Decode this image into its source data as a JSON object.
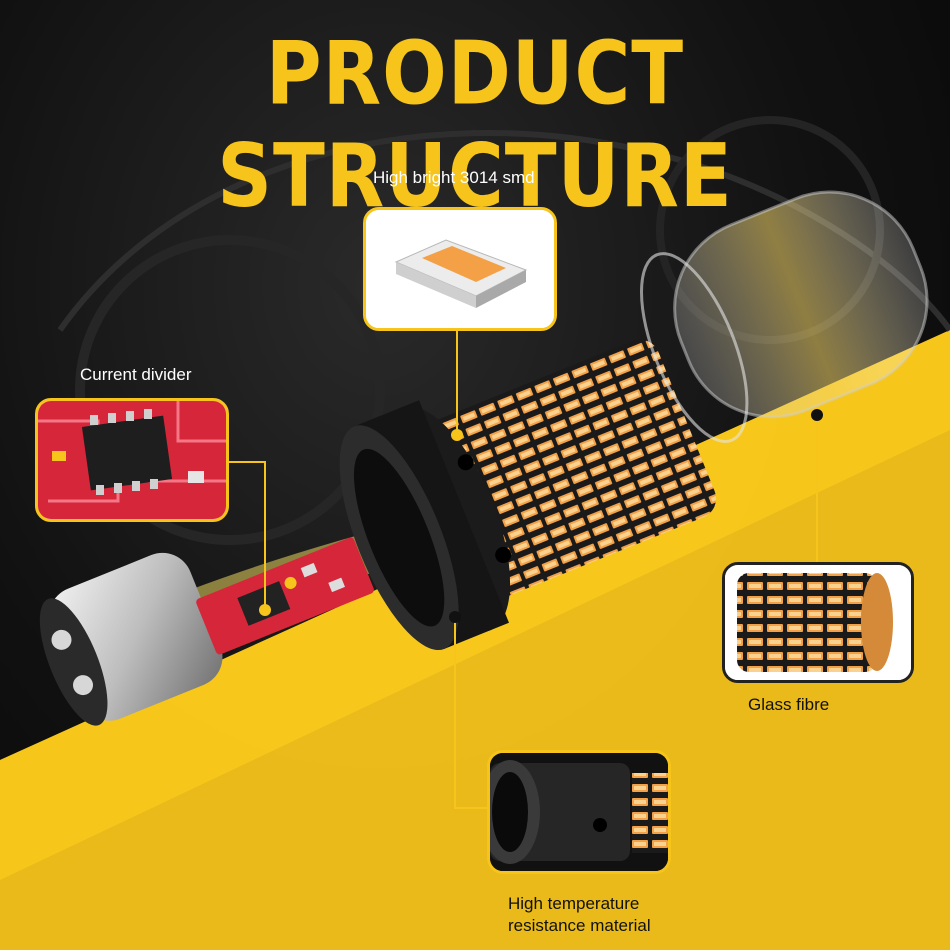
{
  "title": "PRODUCT STRUCTURE",
  "callouts": {
    "smd": "High bright 3014 smd",
    "divider": "Current divider",
    "glass": "Glass fibre",
    "temp_line1": "High temperature",
    "temp_line2": "resistance material"
  },
  "colors": {
    "accent_yellow": "#f6c41a",
    "led_amber": "#f3a047",
    "pcb_red": "#d6263a",
    "background": "#0d0d0d"
  }
}
